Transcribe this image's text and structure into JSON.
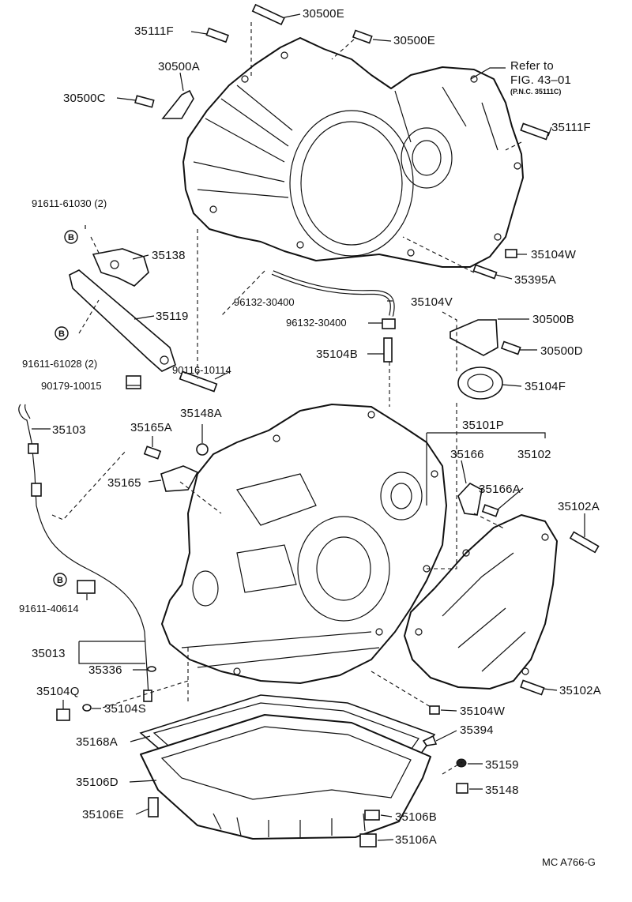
{
  "diagram_code": "MC A766-G",
  "reference": {
    "line1": "Refer to",
    "line2": "FIG. 43–01",
    "line3": "(P.N.C. 35111C)"
  },
  "bolt_symbol_letter": "B",
  "labels": {
    "p30500E_top": "30500E",
    "p30500E_right": "30500E",
    "p35111F_left": "35111F",
    "p35111F_right": "35111F",
    "p30500A": "30500A",
    "p30500C": "30500C",
    "p91611_61030": "91611-61030 (2)",
    "p35138": "35138",
    "p35119": "35119",
    "p91611_61028": "91611-61028 (2)",
    "p90179_10015": "90179-10015",
    "p90116_10114": "90116-10114",
    "p35104W_top": "35104W",
    "p35395A": "35395A",
    "p96132_30400_a": "96132-30400",
    "p96132_30400_b": "96132-30400",
    "p35104V": "35104V",
    "p35104B": "35104B",
    "p30500B": "30500B",
    "p30500D": "30500D",
    "p35104F": "35104F",
    "p35103": "35103",
    "p35165A": "35165A",
    "p35148A": "35148A",
    "p35101P": "35101P",
    "p35166": "35166",
    "p35102": "35102",
    "p35165": "35165",
    "p35166A": "35166A",
    "p35102A_top": "35102A",
    "p91611_40614": "91611-40614",
    "p35013": "35013",
    "p35336": "35336",
    "p35102A_bottom": "35102A",
    "p35104Q": "35104Q",
    "p35104S": "35104S",
    "p35104W_bottom": "35104W",
    "p35394": "35394",
    "p35168A": "35168A",
    "p35159": "35159",
    "p35106D": "35106D",
    "p35148": "35148",
    "p35106E": "35106E",
    "p35106B": "35106B",
    "p35106A": "35106A"
  }
}
